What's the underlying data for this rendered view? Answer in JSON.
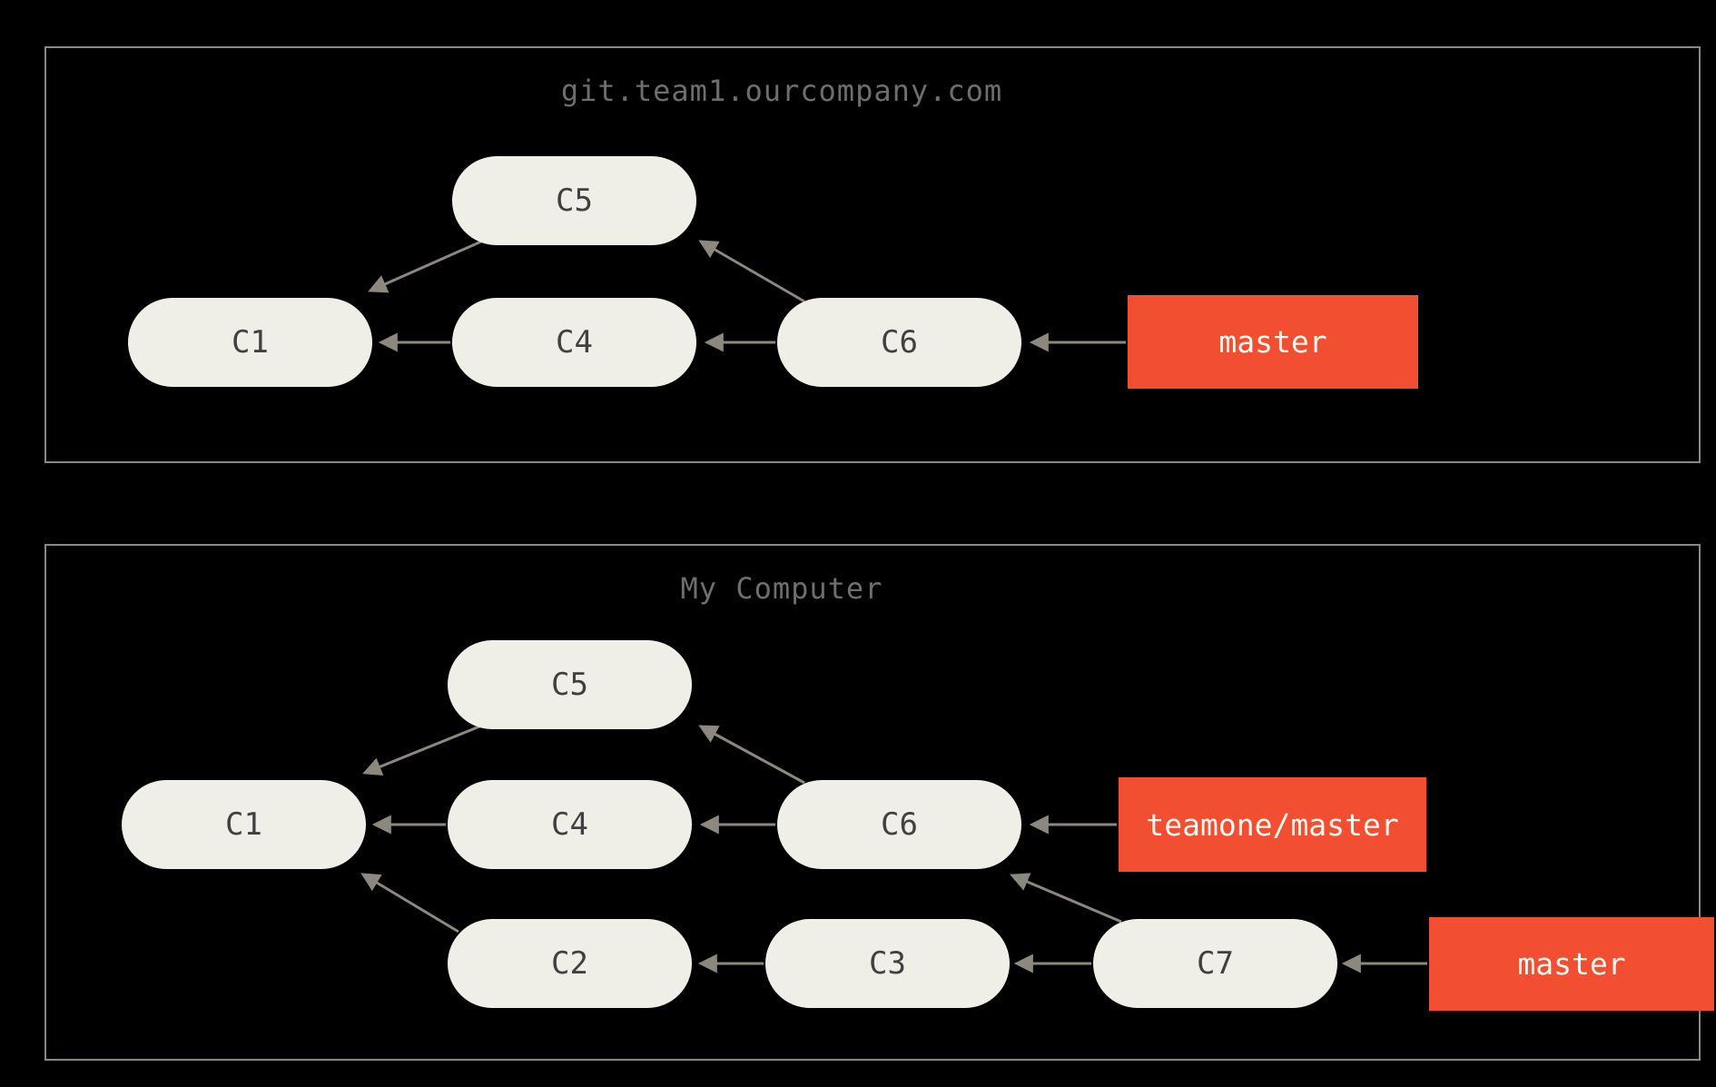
{
  "diagrams": [
    {
      "title": "git.team1.ourcompany.com",
      "nodes": {
        "c1": "C1",
        "c4": "C4",
        "c5": "C5",
        "c6": "C6"
      },
      "branches": {
        "master": "master"
      },
      "edges": [
        "C4→C1",
        "C5→C1",
        "C6→C4",
        "C6→C5",
        "master→C6"
      ]
    },
    {
      "title": "My Computer",
      "nodes": {
        "c1": "C1",
        "c2": "C2",
        "c3": "C3",
        "c4": "C4",
        "c5": "C5",
        "c6": "C6",
        "c7": "C7"
      },
      "branches": {
        "teamone_master": "teamone/master",
        "master": "master"
      },
      "edges": [
        "C2→C1",
        "C3→C2",
        "C4→C1",
        "C5→C1",
        "C6→C4",
        "C6→C5",
        "C7→C3",
        "C7→C6",
        "teamone/master→C6",
        "master→C7"
      ]
    }
  ],
  "colors": {
    "background": "#000000",
    "panel_border": "#8C887D",
    "title_text": "#6E6E6E",
    "node_fill": "#F0EFE7",
    "node_text": "#404040",
    "branch_fill": "#F14E32",
    "branch_text": "#FAF8F0",
    "arrow": "#8C887D"
  }
}
